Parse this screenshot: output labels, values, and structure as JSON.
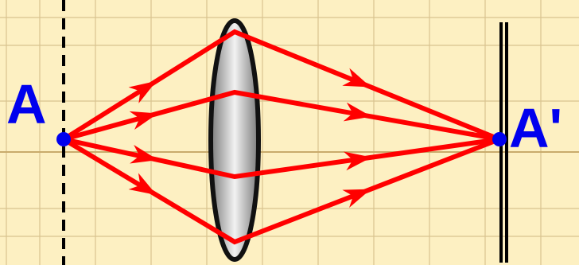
{
  "colors": {
    "background": "#fdf0c2",
    "grid": "#d9c38f",
    "axis": "#c9ab6c",
    "ray": "#ff0000",
    "point": "#0000ee",
    "label": "#0000ee",
    "lens_edge": "#111111",
    "screen": "#000000",
    "object_line": "#000000"
  },
  "labels": {
    "object_point": "A",
    "image_point": "A'"
  },
  "icons": {
    "lens": "converging-lens-icon",
    "screen": "screen-line-icon",
    "object_plane": "dashed-object-plane-icon"
  },
  "ray_count": 4
}
